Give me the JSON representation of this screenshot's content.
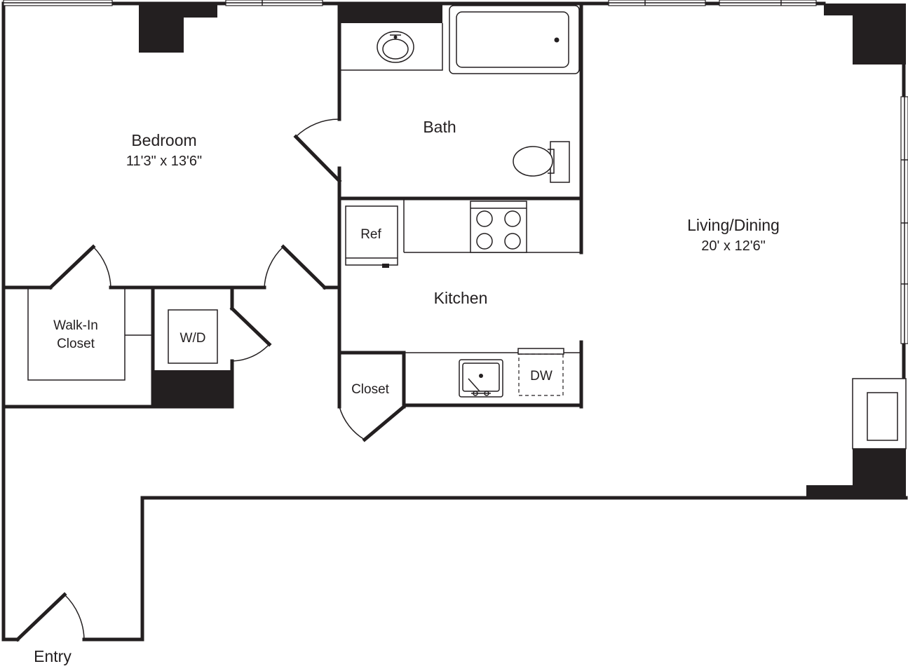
{
  "rooms": {
    "bedroom": {
      "name": "Bedroom",
      "dims": "11'3\" x 13'6\""
    },
    "bath": {
      "name": "Bath"
    },
    "living": {
      "name": "Living/Dining",
      "dims": "20' x 12'6\""
    },
    "kitchen": {
      "name": "Kitchen"
    },
    "walkin": {
      "line1": "Walk-In",
      "line2": "Closet"
    },
    "closet": {
      "name": "Closet"
    },
    "entry": {
      "name": "Entry"
    }
  },
  "fixtures": {
    "washer_dryer": "W/D",
    "refrigerator": "Ref",
    "dishwasher": "DW"
  }
}
